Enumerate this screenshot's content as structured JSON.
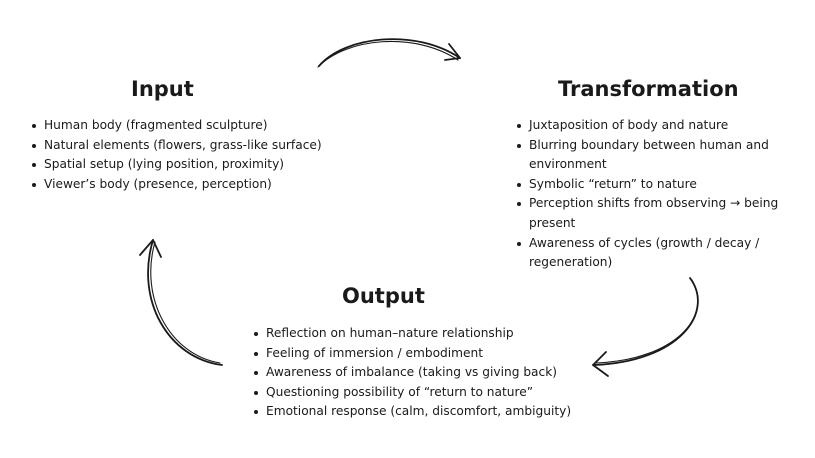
{
  "input": {
    "title": "Input",
    "items": [
      "Human body (fragmented sculpture)",
      "Natural elements (flowers, grass-like surface)",
      "Spatial setup (lying position, proximity)",
      "Viewer’s body (presence, perception)"
    ]
  },
  "transformation": {
    "title": "Transformation",
    "items": [
      "Juxtaposition of body and nature",
      "Blurring boundary between human and environment",
      "Symbolic “return” to nature",
      "Perception shifts from observing → being present",
      "Awareness of cycles (growth / decay / regeneration)"
    ]
  },
  "output": {
    "title": "Output",
    "items": [
      "Reflection on human–nature relationship",
      "Feeling of immersion / embodiment",
      "Awareness of imbalance (taking vs giving back)",
      "Questioning possibility of “return to nature”",
      "Emotional response (calm, discomfort, ambiguity)"
    ]
  },
  "colors": {
    "text": "#1a1a1a",
    "arrow": "#1a1a1a",
    "background": "#ffffff"
  }
}
